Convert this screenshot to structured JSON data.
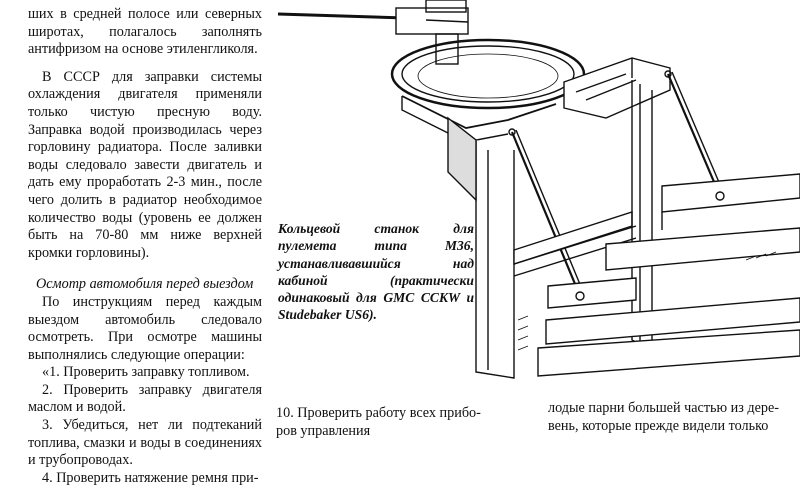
{
  "left_column": {
    "p1": "ших в средней полосе или северных широтах, полагалось заполнять антифризом на основе этиленгликоля.",
    "p2": "В СССР для заправки системы охлаждения двигателя применяли только чистую пресную воду. Заправка водой производилась через горловину радиатора. После заливки воды следовало завести двигатель и дать ему проработать 2-3 мин., после чего долить в радиатор необходимое количество воды (уровень ее должен быть на 70-80 мм ниже верхней кромки горловины).",
    "subheading": "Осмотр автомобиля перед выездом",
    "p3": "По инструкциям перед каждым выездом автомобиль следовало осмотреть. При осмотре машины выполнялись следующие операции:",
    "item1": "«1. Проверить заправку топливом.",
    "item2": "2. Проверить заправку двигателя маслом и водой.",
    "item3": "3. Убедиться, нет ли подтеканий топлива, смазки и воды в соединениях и трубопроводах.",
    "item4": "4. Проверить натяжение ремня при-"
  },
  "caption": "Кольцевой станок для пулемета типа М36, устанавливавшийся над кабиной (практически одинаковый для GMC CCKW и Studebaker US6).",
  "bottom_middle": {
    "line1": "10. Проверить работу всех прибо-",
    "line2": "ров управления"
  },
  "bottom_right": {
    "line1": "лодые парни большей частью из дере-",
    "line2": "вень, которые прежде видели только"
  }
}
